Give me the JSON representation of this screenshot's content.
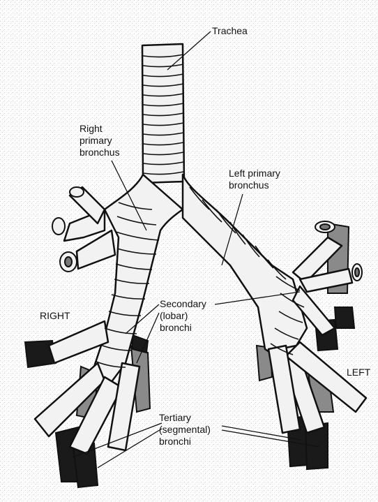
{
  "figure": {
    "labels": {
      "trachea": "Trachea",
      "right_primary": [
        "Right",
        "primary",
        "bronchus"
      ],
      "left_primary": [
        "Left primary",
        "bronchus"
      ],
      "secondary": [
        "Secondary",
        "(lobar)",
        "bronchi"
      ],
      "tertiary": [
        "Tertiary",
        "(segmental)",
        "bronchi"
      ],
      "right_side": "RIGHT",
      "left_side": "LEFT"
    },
    "colors": {
      "background": "#ffffff",
      "stipple": "#d8d8d8",
      "airway_fill": "#f2f2f2",
      "airway_outline": "#111111",
      "dark_bronchi": "#1a1a1a",
      "mid_bronchi": "#7a7a7a"
    }
  }
}
